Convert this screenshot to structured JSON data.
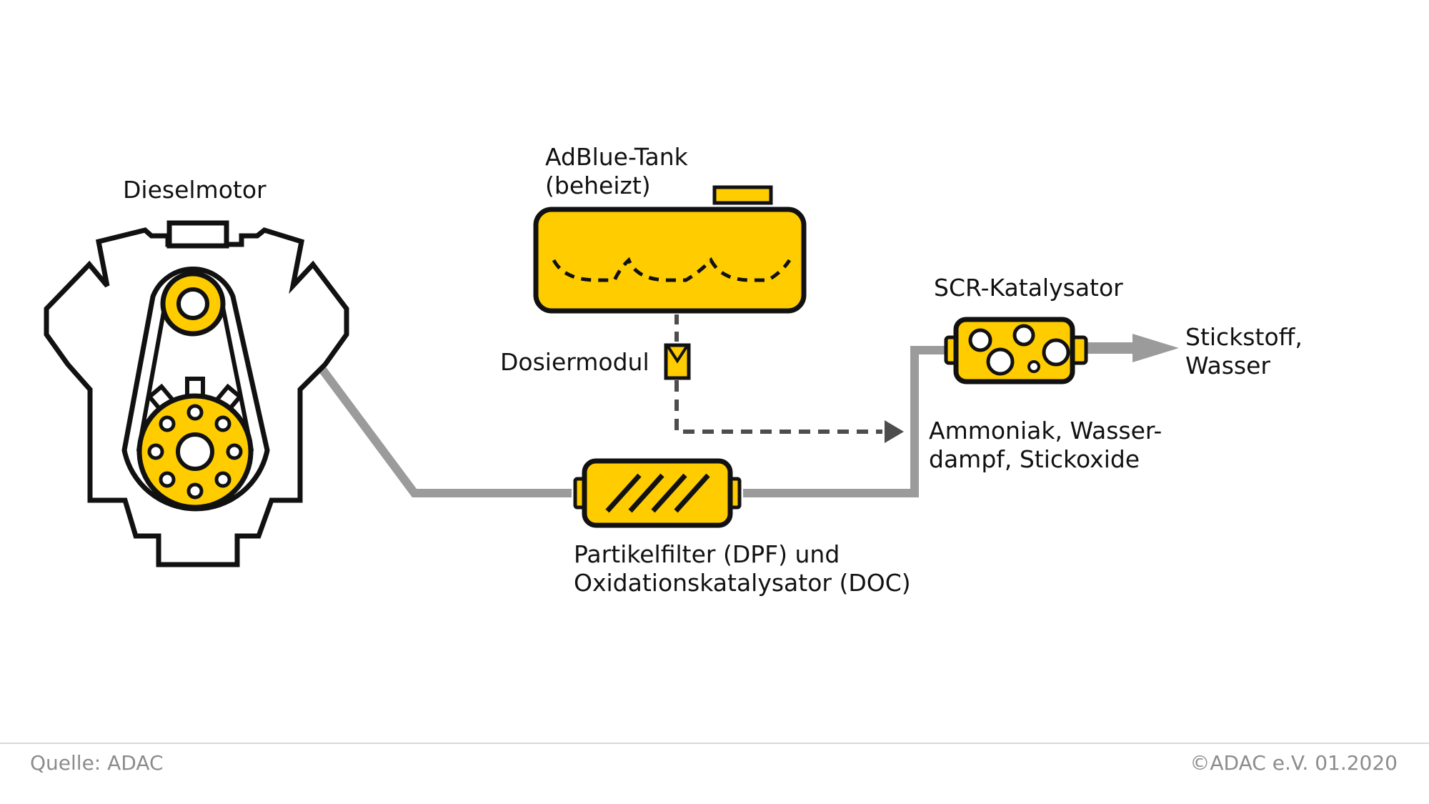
{
  "labels": {
    "engine": "Dieselmotor",
    "tank_line1": "AdBlue-Tank",
    "tank_line2": "(beheizt)",
    "dosing": "Dosiermodul",
    "scr": "SCR-Katalysator",
    "output_line1": "Stickstoff,",
    "output_line2": "Wasser",
    "intake_line1": "Ammoniak, Wasser-",
    "intake_line2": "dampf, Stickoxide",
    "filter_line1": "Partikelfilter (DPF) und",
    "filter_line2": "Oxidationskatalysator (DOC)"
  },
  "footer": {
    "source": "Quelle: ADAC",
    "copyright": "©ADAC e.V.  01.2020"
  },
  "colors": {
    "yellow": "#ffcc00",
    "outline": "#111111",
    "pipe": "#9b9b9b",
    "dashed_line": "#4d4d4d"
  }
}
